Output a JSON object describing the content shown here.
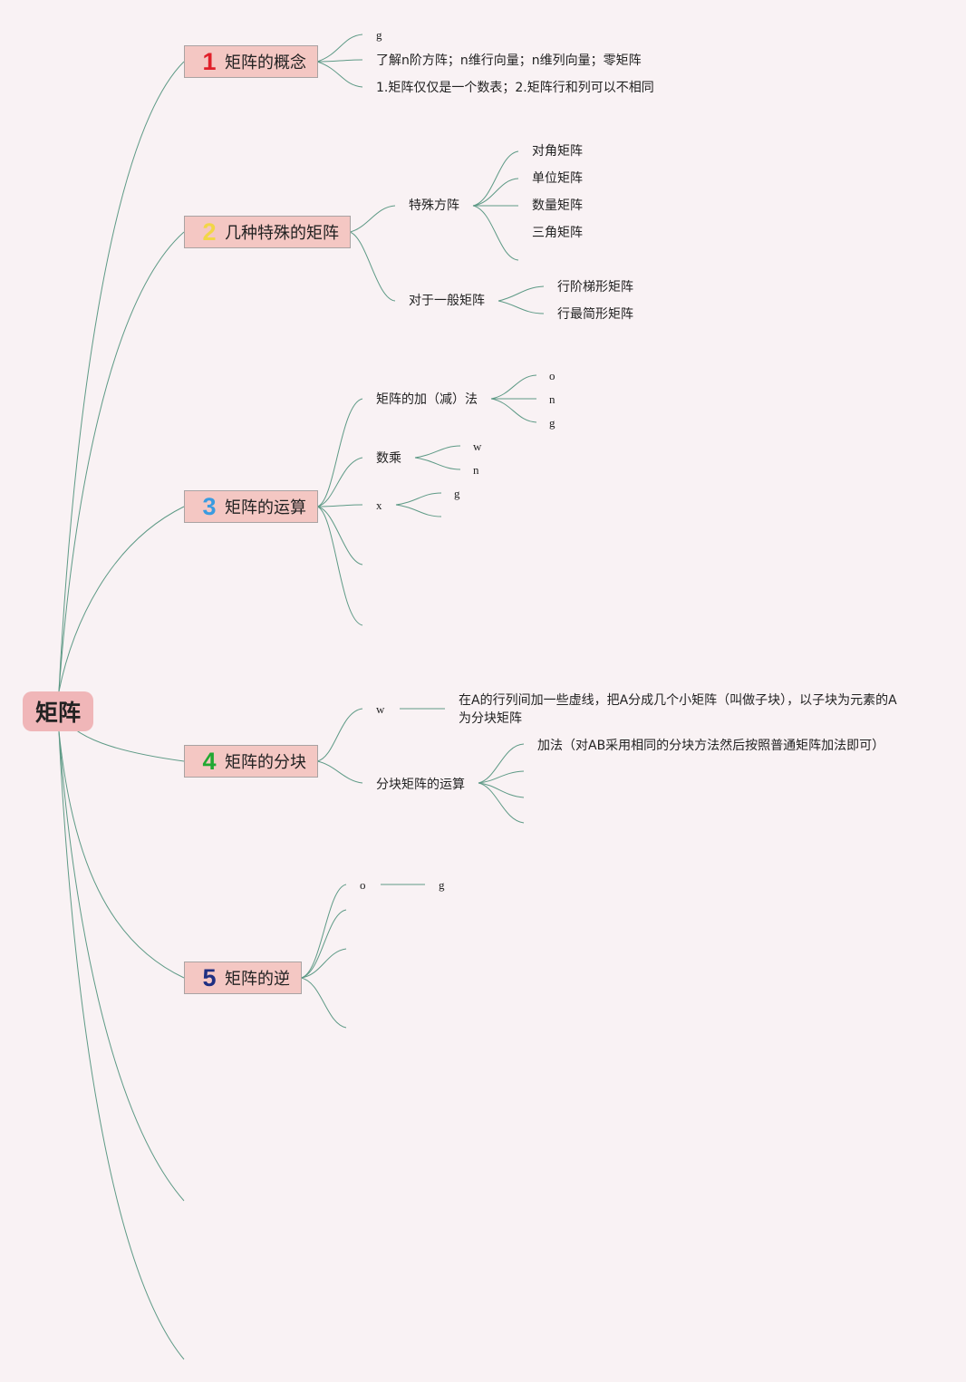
{
  "root": "矩阵",
  "colors": {
    "topic1_num": "#e0202a",
    "topic2_num": "#f2d646",
    "topic3_num": "#3a9be0",
    "topic4_num": "#22a832",
    "topic5_num": "#1f2f82",
    "topic_bg": "#f4c7c3",
    "root_bg": "#f0b6b8",
    "line": "#5e9a86",
    "background": "#f9f2f4"
  },
  "topic1": {
    "num": "1",
    "label": "矩阵的概念",
    "children": [
      "g",
      "了解n阶方阵；n维行向量；n维列向量；零矩阵",
      "1.矩阵仅仅是一个数表；2.矩阵行和列可以不相同"
    ]
  },
  "topic2": {
    "num": "2",
    "label": "几种特殊的矩阵",
    "special": {
      "label": "特殊方阵",
      "children": [
        "对角矩阵",
        "单位矩阵",
        "数量矩阵",
        "三角矩阵"
      ]
    },
    "general": {
      "label": "对于一般矩阵",
      "children": [
        "行阶梯形矩阵",
        "行最简形矩阵"
      ]
    }
  },
  "topic3": {
    "num": "3",
    "label": "矩阵的运算",
    "add": {
      "label": "矩阵的加（减）法",
      "children": [
        "o",
        "n",
        "g"
      ]
    },
    "scalar": {
      "label": "数乘",
      "children": [
        "w",
        "n"
      ]
    },
    "x": {
      "label": "x",
      "children": [
        "g"
      ]
    }
  },
  "topic4": {
    "num": "4",
    "label": "矩阵的分块",
    "w": {
      "label": "w",
      "line1": "在A的行列间加一些虚线，把A分成几个小矩阵（叫做子块），以子块为元素的A",
      "line2": "为分块矩阵"
    },
    "ops": {
      "label": "分块矩阵的运算",
      "add": "加法（对AB采用相同的分块方法然后按照普通矩阵加法即可）"
    }
  },
  "topic5": {
    "num": "5",
    "label": "矩阵的逆",
    "o": {
      "label": "o",
      "child": "g"
    }
  }
}
